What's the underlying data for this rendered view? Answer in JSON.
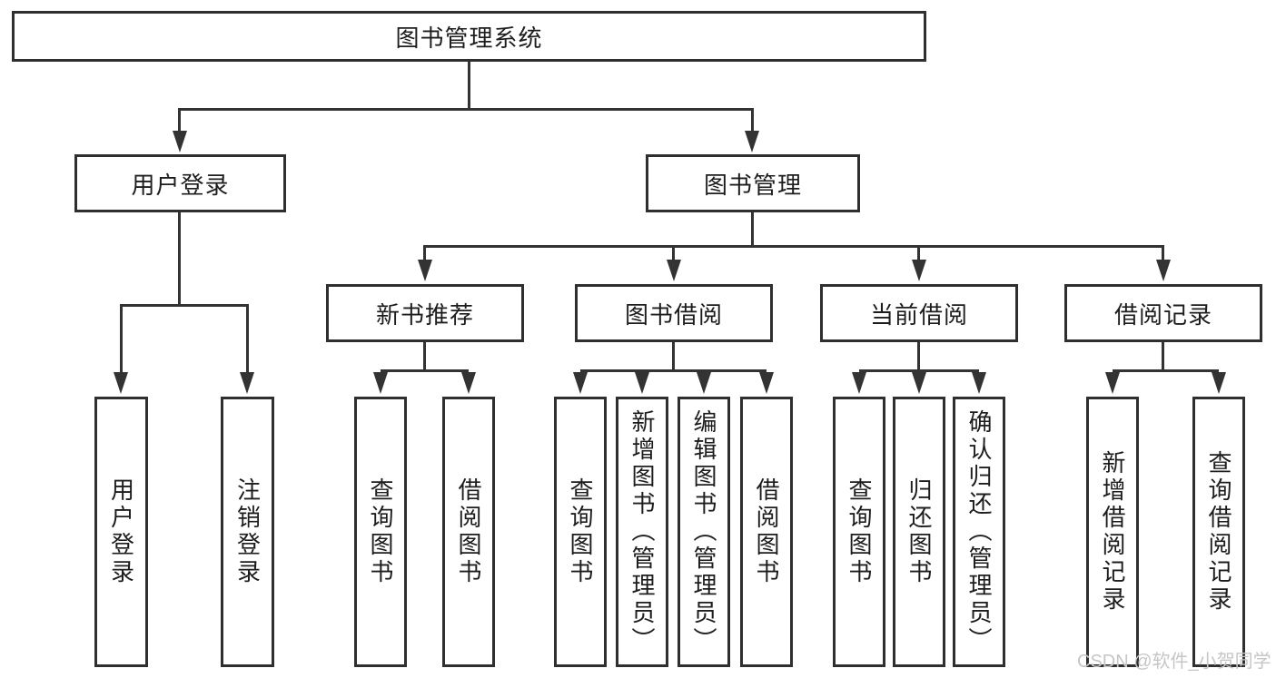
{
  "diagram": {
    "type": "functional-structure-tree",
    "colors": {
      "line": "#333333",
      "box_border": "#2f2f2f",
      "text": "#1d1d1d",
      "watermark": "#c6c6c6",
      "background": "#ffffff"
    },
    "tree": {
      "root": {
        "label": "图书管理系统",
        "children": [
          {
            "label": "用户登录",
            "children": [
              {
                "label": "用户登录"
              },
              {
                "label": "注销登录"
              }
            ]
          },
          {
            "label": "图书管理",
            "children": [
              {
                "label": "新书推荐",
                "children": [
                  {
                    "label": "查询图书"
                  },
                  {
                    "label": "借阅图书"
                  }
                ]
              },
              {
                "label": "图书借阅",
                "children": [
                  {
                    "label": "查询图书"
                  },
                  {
                    "label": "新增图书（管理员）"
                  },
                  {
                    "label": "编辑图书（管理员）"
                  },
                  {
                    "label": "借阅图书"
                  }
                ]
              },
              {
                "label": "当前借阅",
                "children": [
                  {
                    "label": "查询图书"
                  },
                  {
                    "label": "归还图书"
                  },
                  {
                    "label": "确认归还（管理员）"
                  }
                ]
              },
              {
                "label": "借阅记录",
                "children": [
                  {
                    "label": "新增借阅记录"
                  },
                  {
                    "label": "查询借阅记录"
                  }
                ]
              }
            ]
          }
        ]
      }
    },
    "watermark_text": "CSDN @软件_小贺同学"
  }
}
